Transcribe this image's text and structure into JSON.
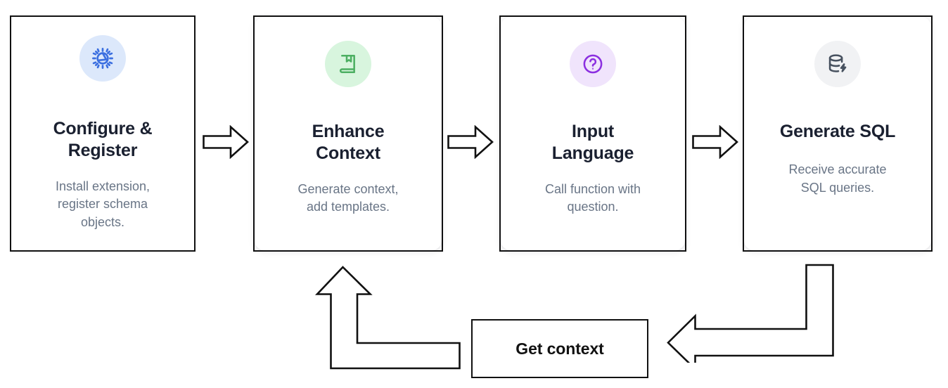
{
  "diagram": {
    "type": "process-flow-with-feedback-loop",
    "steps": [
      {
        "id": "configure-register",
        "title": "Configure &\nRegister",
        "description": "Install extension,\nregister schema\nobjects.",
        "icon": "gear-settings-icon",
        "icon_color": "#3b6fe0",
        "bubble_color": "#dce8fb",
        "rounded_inner": false
      },
      {
        "id": "enhance-context",
        "title": "Enhance\nContext",
        "description": "Generate context,\nadd templates.",
        "icon": "book-bookmark-icon",
        "icon_color": "#4caf62",
        "bubble_color": "#d8f5de",
        "rounded_inner": true
      },
      {
        "id": "input-language",
        "title": "Input\nLanguage",
        "description": "Call function with\nquestion.",
        "icon": "question-circle-icon",
        "icon_color": "#8b2fe0",
        "bubble_color": "#f0e4fc",
        "rounded_inner": true
      },
      {
        "id": "generate-sql",
        "title": "Generate SQL",
        "description": "Receive accurate\nSQL queries.",
        "icon": "database-bolt-icon",
        "icon_color": "#47515f",
        "bubble_color": "#f1f2f4",
        "rounded_inner": true
      }
    ],
    "connectors": [
      {
        "id": "arrow-step1-step2",
        "icon": "right-block-arrow-icon"
      },
      {
        "id": "arrow-step2-step3",
        "icon": "right-block-arrow-icon"
      },
      {
        "id": "arrow-step3-step4",
        "icon": "right-block-arrow-icon"
      }
    ],
    "feedback_loop": {
      "box_label": "Get context",
      "return_arrow": {
        "id": "loop-arrow-up",
        "icon": "up-elbow-block-arrow-icon"
      },
      "source_arrow": {
        "id": "loop-arrow-left",
        "icon": "left-elbow-block-arrow-icon"
      }
    },
    "colors": {
      "stroke": "#111111",
      "title": "#1a2030",
      "description": "#697586",
      "background": "#ffffff"
    }
  }
}
